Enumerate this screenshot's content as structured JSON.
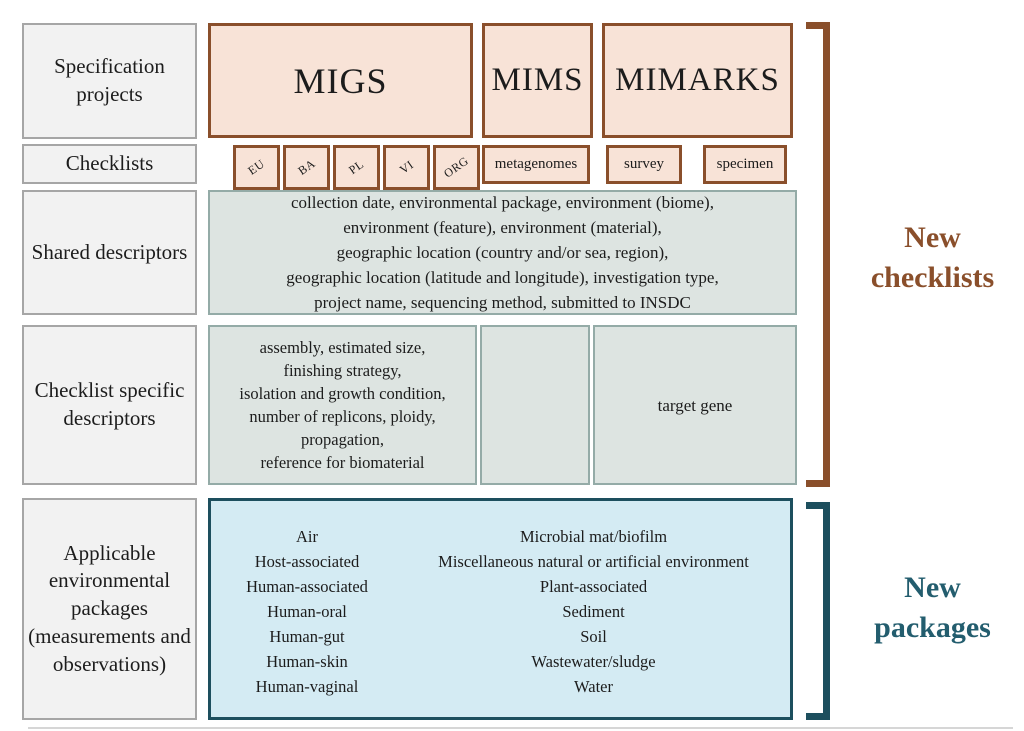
{
  "title": "MIGS / MIMS / MIMARKS checklists and environmental packages diagram",
  "colors": {
    "project_fill": "#f8e3d7",
    "project_border": "#8a4f2b",
    "descriptor_fill": "#dde4e1",
    "descriptor_border": "#94aba7",
    "package_fill": "#d4ebf3",
    "package_border": "#1d4f5e",
    "label_fill": "#f2f2f2",
    "label_border": "#a6a6a6",
    "new_checklists_accent": "#8a4f2b",
    "new_packages_accent": "#235d6e"
  },
  "left_labels": [
    {
      "id": "specification-projects",
      "label": "Specification projects"
    },
    {
      "id": "checklists",
      "label": "Checklists"
    },
    {
      "id": "shared-descriptors",
      "label": "Shared descriptors"
    },
    {
      "id": "checklist-specific-descriptors",
      "label": "Checklist specific descriptors"
    },
    {
      "id": "applicable-environmental-packages",
      "label": "Applicable environmental packages (measurements and observations)"
    }
  ],
  "projects": [
    {
      "name": "MIGS"
    },
    {
      "name": "MIMS"
    },
    {
      "name": "MIMARKS"
    }
  ],
  "checklists": {
    "migs": [
      "EU",
      "BA",
      "PL",
      "VI",
      "ORG"
    ],
    "mims": [
      "metagenomes"
    ],
    "mimarks": [
      "survey",
      "specimen"
    ]
  },
  "shared_descriptors": [
    "collection date, environmental package, environment (biome),",
    "environment (feature), environment (material),",
    "geographic location (country and/or sea, region),",
    "geographic location (latitude and longitude), investigation type,",
    "project name, sequencing method, submitted to INSDC"
  ],
  "checklist_specific": {
    "migs": [
      "assembly, estimated size,",
      "finishing strategy,",
      "isolation and growth condition,",
      "number of replicons, ploidy,",
      "propagation,",
      "reference for biomaterial"
    ],
    "mims": "",
    "mimarks": "target gene"
  },
  "environmental_packages": {
    "column1": [
      "Air",
      "Host-associated",
      "Human-associated",
      "Human-oral",
      "Human-gut",
      "Human-skin",
      "Human-vaginal"
    ],
    "column2": [
      "Microbial mat/biofilm",
      "Miscellaneous natural or artificial environment",
      "Plant-associated",
      "Sediment",
      "Soil",
      "Wastewater/sludge",
      "Water"
    ]
  },
  "annotations": {
    "new_checklists": "New checklists",
    "new_packages": "New packages"
  }
}
